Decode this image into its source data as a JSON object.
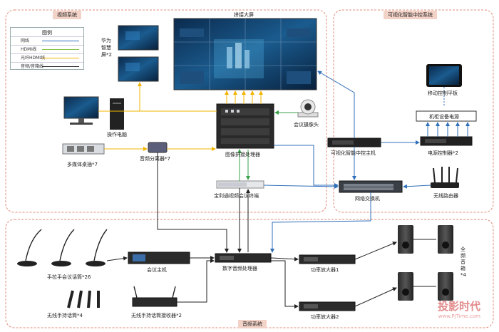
{
  "sections": {
    "video": "视频系统",
    "control": "可视化智能中控系统",
    "audio": "音频系统"
  },
  "legend": {
    "title": "图例",
    "items": [
      {
        "label": "网线",
        "color": "#2f6fba"
      },
      {
        "label": "HDMI线",
        "color": "#8bc34a"
      },
      {
        "label": "光纤HDMI线",
        "color": "#f2b400"
      },
      {
        "label": "音频/音箱线",
        "color": "#222222"
      }
    ]
  },
  "video": {
    "splice_screen": "拼接大屏",
    "smart_screen": "华为智慧屏*2",
    "operator_pc": "操作电脑",
    "desktop_box": "多媒体桌插*7",
    "splitter": "音频分离器*7",
    "processor": "图像拼接处理器",
    "conference_camera": "会议摄像头",
    "terminal": "宝利通视频会议终端"
  },
  "control": {
    "tablet": "移动控制平板",
    "equipment_power": "机柜设备电源",
    "host": "可视化智能中控主机",
    "power_controller": "电源控制器*2",
    "switch": "网络交换机",
    "router": "无线路由器"
  },
  "audio": {
    "gooseneck": "手拉手会议话筒*26",
    "handheld": "无线手持话筒*4",
    "conf_host": "会议主机",
    "receiver": "无线手持话筒接收器*2",
    "dsp": "数字音频处理器",
    "amp1": "功率放大器1",
    "amp2": "功率放大器2",
    "speakers": "全频音箱*4"
  },
  "watermark": {
    "cn": "投影时代",
    "url": "www.PjTime.com"
  }
}
